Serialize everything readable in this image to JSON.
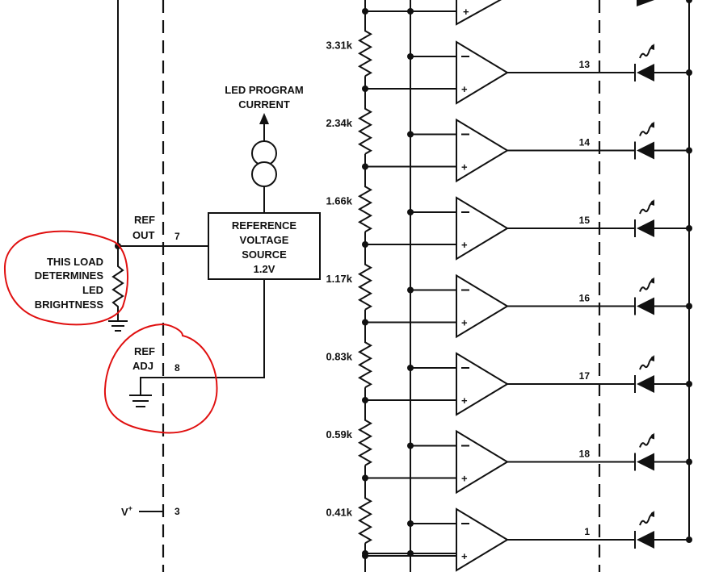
{
  "annotation": {
    "load_note": [
      "THIS LOAD",
      "DETERMINES",
      "LED",
      "BRIGHTNESS"
    ]
  },
  "reference": {
    "out_label": [
      "REF",
      "OUT"
    ],
    "out_pin": "7",
    "adj_label": [
      "REF",
      "ADJ"
    ],
    "adj_pin": "8",
    "source_label": [
      "REFERENCE",
      "VOLTAGE",
      "SOURCE",
      "1.2V"
    ],
    "program_label": [
      "LED PROGRAM",
      "CURRENT"
    ]
  },
  "supply": {
    "label": "V",
    "superscript": "+",
    "pin": "3"
  },
  "resistors": [
    "3.31k",
    "2.34k",
    "1.66k",
    "1.17k",
    "0.83k",
    "0.59k",
    "0.41k"
  ],
  "comparators": [
    {
      "pin": "13"
    },
    {
      "pin": "14"
    },
    {
      "pin": "15"
    },
    {
      "pin": "16"
    },
    {
      "pin": "17"
    },
    {
      "pin": "18"
    },
    {
      "pin": "1"
    }
  ],
  "colors": {
    "ink": "#111111",
    "annotation": "#e01010"
  }
}
